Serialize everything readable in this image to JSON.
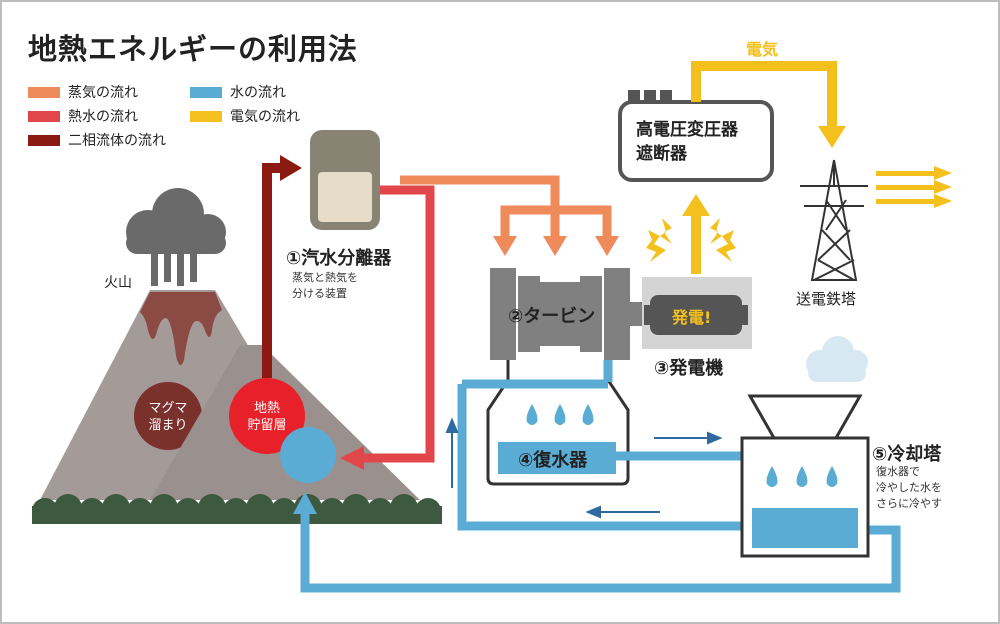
{
  "title": "地熱エネルギーの利用法",
  "legend": [
    {
      "label": "蒸気の流れ",
      "color": "#ef8a5a"
    },
    {
      "label": "水の流れ",
      "color": "#5bacd4"
    },
    {
      "label": "熱水の流れ",
      "color": "#e0464a"
    },
    {
      "label": "電気の流れ",
      "color": "#f4c01e"
    },
    {
      "label": "二相流体の流れ",
      "color": "#8a1a12"
    }
  ],
  "labels": {
    "volcano": "火山",
    "magma": "マグマ\n溜まり",
    "reservoir": "地熱\n貯留層",
    "separator": "①汽水分離器",
    "separator_desc": "蒸気と熱気を\n分ける装置",
    "turbine": "②タービン",
    "generator_screen": "発電!",
    "generator": "③発電機",
    "condenser": "④復水器",
    "cooling_tower": "⑤冷却塔",
    "cooling_tower_desc": "復水器で\n冷やした水を\nさらに冷やす",
    "transformer": "高電圧変圧器\n遮断器",
    "electricity": "電気",
    "tower": "送電鉄塔"
  },
  "colors": {
    "steam": "#ef8a5a",
    "water": "#5bacd4",
    "hot_water": "#e0464a",
    "electricity": "#f4c01e",
    "two_phase": "#8a1a12",
    "machine": "#808080",
    "ground": "#3d5a40",
    "mountain": "#9a8f8c",
    "cloud": "#6a6a6a"
  },
  "icons": [
    "cloud-icon",
    "steam-cloud-icon",
    "transmission-tower-icon",
    "lightning-bolt-icon",
    "water-drop-icon",
    "arrow-icon"
  ]
}
